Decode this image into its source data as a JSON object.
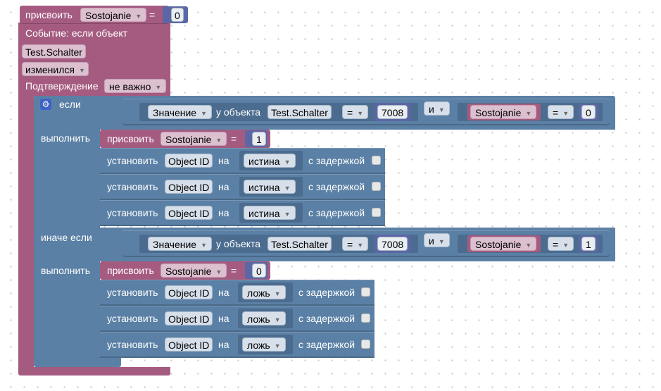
{
  "assign_top": {
    "label": "присвоить",
    "var": "Sostojanie",
    "op": "=",
    "value": "0"
  },
  "event": {
    "title": "Событие: если объект",
    "object": "Test.Schalter",
    "change": "изменился",
    "confirm_label": "Подтверждение",
    "confirm_value": "не важно"
  },
  "if_block": {
    "if_label": "если",
    "elseif_label": "иначе если",
    "do_label": "выполнить",
    "cond1": {
      "prop": "Значение",
      "of_object": "у объекта",
      "object": "Test.Schalter",
      "op": "=",
      "value": "7008",
      "logic": "и",
      "var": "Sostojanie",
      "op2": "=",
      "value2": "0"
    },
    "branch1": {
      "assign_label": "присвоить",
      "var": "Sostojanie",
      "op": "=",
      "value": "1",
      "actions": [
        {
          "label": "установить",
          "target": "Object ID",
          "on": "на",
          "value": "истина",
          "delay": "с задержкой"
        },
        {
          "label": "установить",
          "target": "Object ID",
          "on": "на",
          "value": "истина",
          "delay": "с задержкой"
        },
        {
          "label": "установить",
          "target": "Object ID",
          "on": "на",
          "value": "истина",
          "delay": "с задержкой"
        }
      ]
    },
    "cond2": {
      "prop": "Значение",
      "of_object": "у объекта",
      "object": "Test.Schalter",
      "op": "=",
      "value": "7008",
      "logic": "и",
      "var": "Sostojanie",
      "op2": "=",
      "value2": "1"
    },
    "branch2": {
      "assign_label": "присвоить",
      "var": "Sostojanie",
      "op": "=",
      "value": "0",
      "actions": [
        {
          "label": "установить",
          "target": "Object ID",
          "on": "на",
          "value": "ложь",
          "delay": "с задержкой"
        },
        {
          "label": "установить",
          "target": "Object ID",
          "on": "на",
          "value": "ложь",
          "delay": "с задержкой"
        },
        {
          "label": "установить",
          "target": "Object ID",
          "on": "на",
          "value": "ложь",
          "delay": "с задержкой"
        }
      ]
    }
  },
  "colors": {
    "variables": "#a55b80",
    "logic": "#5b80a5",
    "math": "#5b67a5",
    "gear": "#3f63c4"
  },
  "icons": {
    "mutator": "gear-icon",
    "dropdown": "chevron-down-icon"
  }
}
